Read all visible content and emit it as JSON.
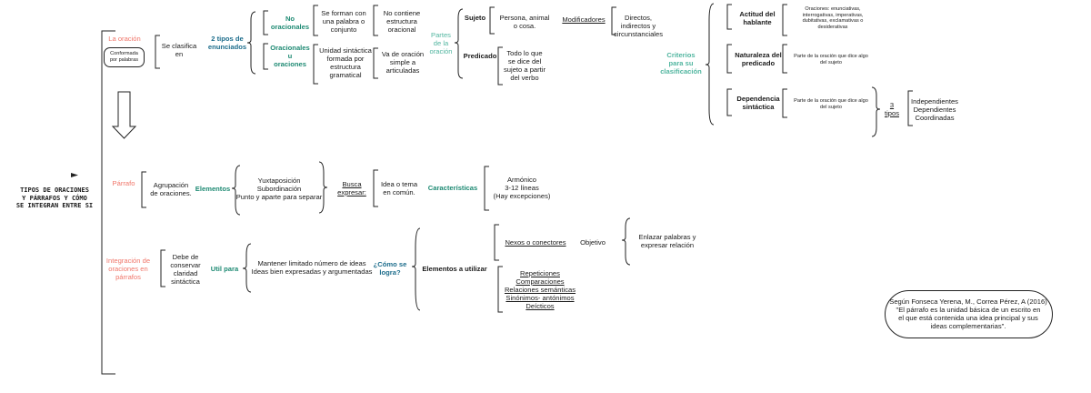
{
  "root": {
    "title": "TIPOS DE ORACIONES\nY PÁRRAFOS Y CÓMO\nSE INTEGRAN ENTRE SI"
  },
  "oracion": {
    "label": "La oración",
    "pill": "Conformada\npor palabras",
    "se_clasifica": "Se clasifica\nen",
    "dos_tipos": "2 tipos de\nenunciados",
    "no_oracionales": "No\noracionales",
    "no_oracionales_desc": "Se forman con\nuna palabra o\nconjunto",
    "no_contiene": "No contiene\nestructura\noracional",
    "oracionales": "Oracionales\nu\noraciones",
    "oracionales_desc": "Unidad sintáctica\nformada por\nestructura\ngramatical",
    "va_de": "Va de oración\nsimple a\narticuladas",
    "partes": "Partes\nde la\noración",
    "sujeto": "Sujeto",
    "sujeto_desc": "Persona, animal\no cosa.",
    "modificadores": "Modificadores",
    "modificadores_desc": "Directos,\nindirectos y\ncircunstanciales",
    "predicado": "Predicado",
    "predicado_desc": "Todo lo que\nse dice del\nsujeto a partir\ndel verbo",
    "criterios": "Criterios\npara su\nclasificación",
    "actitud": "Actitud del\nhablante",
    "actitud_desc": "Oraciones: enunciativas,\ninterrogativas, imperativas,\ndubitativas, exclamativas o\ndesiderativas",
    "naturaleza": "Naturaleza del\npredicado",
    "naturaleza_desc": "Parte de la oración que dice algo\ndel sujeto",
    "dependencia": "Dependencia\nsintáctica",
    "dependencia_desc": "Parte de la oración que dice algo\ndel sujeto",
    "tres_tipos": "3\ntipos",
    "tres_tipos_list": "Independientes\nDependientes\nCoordinadas"
  },
  "parrafo": {
    "label": "Párrafo",
    "agrupacion": "Agrupación\nde oraciones.",
    "elementos": "Elementos",
    "elementos_list": "Yuxtaposición\nSubordinación\nPunto y aparte para separar",
    "busca": "Busca\nexpresar:",
    "idea": "Idea o tema\nen común.",
    "caracteristicas": "Características",
    "caracteristicas_list": "Armónico\n3-12 líneas\n(Hay excepciones)"
  },
  "integracion": {
    "label": "Integración de\noraciones en\npárrafos",
    "debe": "Debe de\nconservar\nclaridad\nsintáctica",
    "util": "Util para",
    "mantener": "Mantener limitado número de ideas\nIdeas bien expresadas y argumentadas",
    "como": "¿Cómo se\nlogra?",
    "elementos_utilizar": "Elementos a utilizar",
    "nexos": "Nexos o conectores",
    "objetivo": "Objetivo",
    "enlazar": "Enlazar palabras y\nexpresar relación",
    "recursos": "Repeticiones\nComparaciones\nRelaciones semánticas\nSinónimos- antónimos\nDeícticos"
  },
  "cita": "Según Fonseca Yerena, M., Correa Pérez, A (2016)\n\"El párrafo es la unidad básica de un escrito en\nel que está contenida una idea principal y sus\nideas complementarias\"."
}
